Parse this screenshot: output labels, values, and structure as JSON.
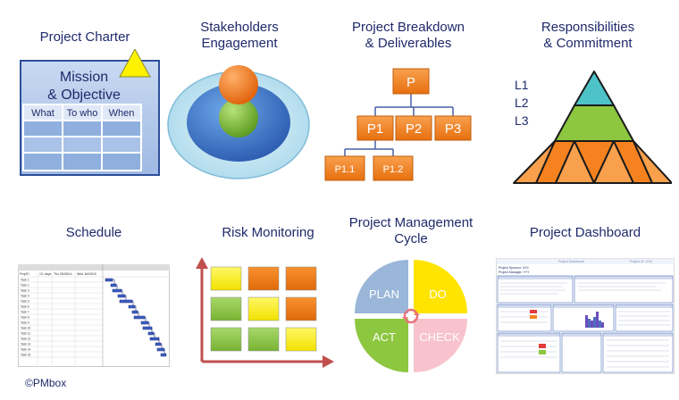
{
  "tiles": {
    "charter": {
      "title": "Project Charter",
      "mission_line1": "Mission",
      "mission_line2": "& Objective",
      "columns": [
        "What",
        "To who",
        "When"
      ]
    },
    "stakeholders": {
      "title_line1": "Stakeholders",
      "title_line2": "Engagement"
    },
    "breakdown": {
      "title_line1": "Project Breakdown",
      "title_line2": "& Deliverables",
      "root": "P",
      "level1": [
        "P1",
        "P2",
        "P3"
      ],
      "level2": [
        "P1.1",
        "P1.2"
      ]
    },
    "responsibilities": {
      "title_line1": "Responsibilities",
      "title_line2": "& Commitment",
      "levels": [
        "L1",
        "L2",
        "L3"
      ]
    },
    "schedule": {
      "title": "Schedule",
      "headers": [
        "Proj/ID",
        "1/1 days",
        "Thu 05/08/14",
        "Wed 16/03/15"
      ],
      "rows": [
        "Task 1",
        "Task 2",
        "Task 3",
        "Task 4",
        "Task 5",
        "Task 6",
        "Task 7",
        "Task 8",
        "Task 9",
        "Task 10",
        "Task 11",
        "Task 12",
        "Task 13",
        "Task 14",
        "Task 15"
      ]
    },
    "risk": {
      "title": "Risk Monitoring"
    },
    "cycle": {
      "title_line1": "Project Management",
      "title_line2": "Cycle",
      "quadrants": [
        "PLAN",
        "DO",
        "ACT",
        "CHECK"
      ]
    },
    "dashboard": {
      "title": "Project Dashboard",
      "header_left": "Project Dashboard",
      "header_right": "Project ID: 1234",
      "sponsor": "Project Sponsor: XXX",
      "manager": "Project Manager: YYY"
    }
  },
  "copyright": "©PMbox",
  "colors": {
    "title": "#1f2a6b",
    "orange": "#f5821f",
    "green": "#8dc63f",
    "yellow": "#fff200",
    "teal": "#4dc3c8",
    "blue": "#4f6fbd"
  }
}
